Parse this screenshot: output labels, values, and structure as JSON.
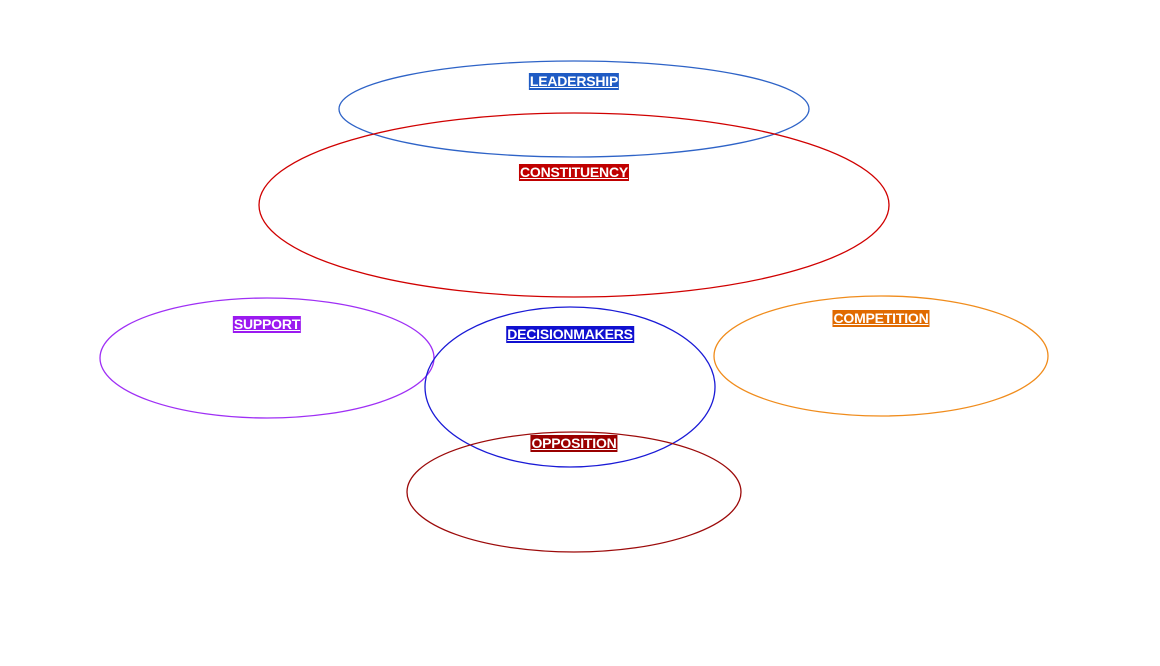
{
  "nodes": [
    {
      "id": "leadership",
      "label": "LEADERSHIP",
      "color": "#2e63c7"
    },
    {
      "id": "constituency",
      "label": "CONSTITUENCY",
      "color": "#d00000"
    },
    {
      "id": "support",
      "label": "SUPPORT",
      "color": "#9f2ff5"
    },
    {
      "id": "decisionmakers",
      "label": "DECISIONMAKERS",
      "color": "#1a1ad6"
    },
    {
      "id": "competition",
      "label": "COMPETITION",
      "color": "#f08c1c"
    },
    {
      "id": "opposition",
      "label": "OPPOSITION",
      "color": "#9c0a0a"
    }
  ],
  "label_backgrounds": {
    "leadership": "#1f5bc4",
    "constituency": "#c00000",
    "support": "#9b1af0",
    "decisionmakers": "#1010d0",
    "competition": "#e06a00",
    "opposition": "#9a0000"
  }
}
